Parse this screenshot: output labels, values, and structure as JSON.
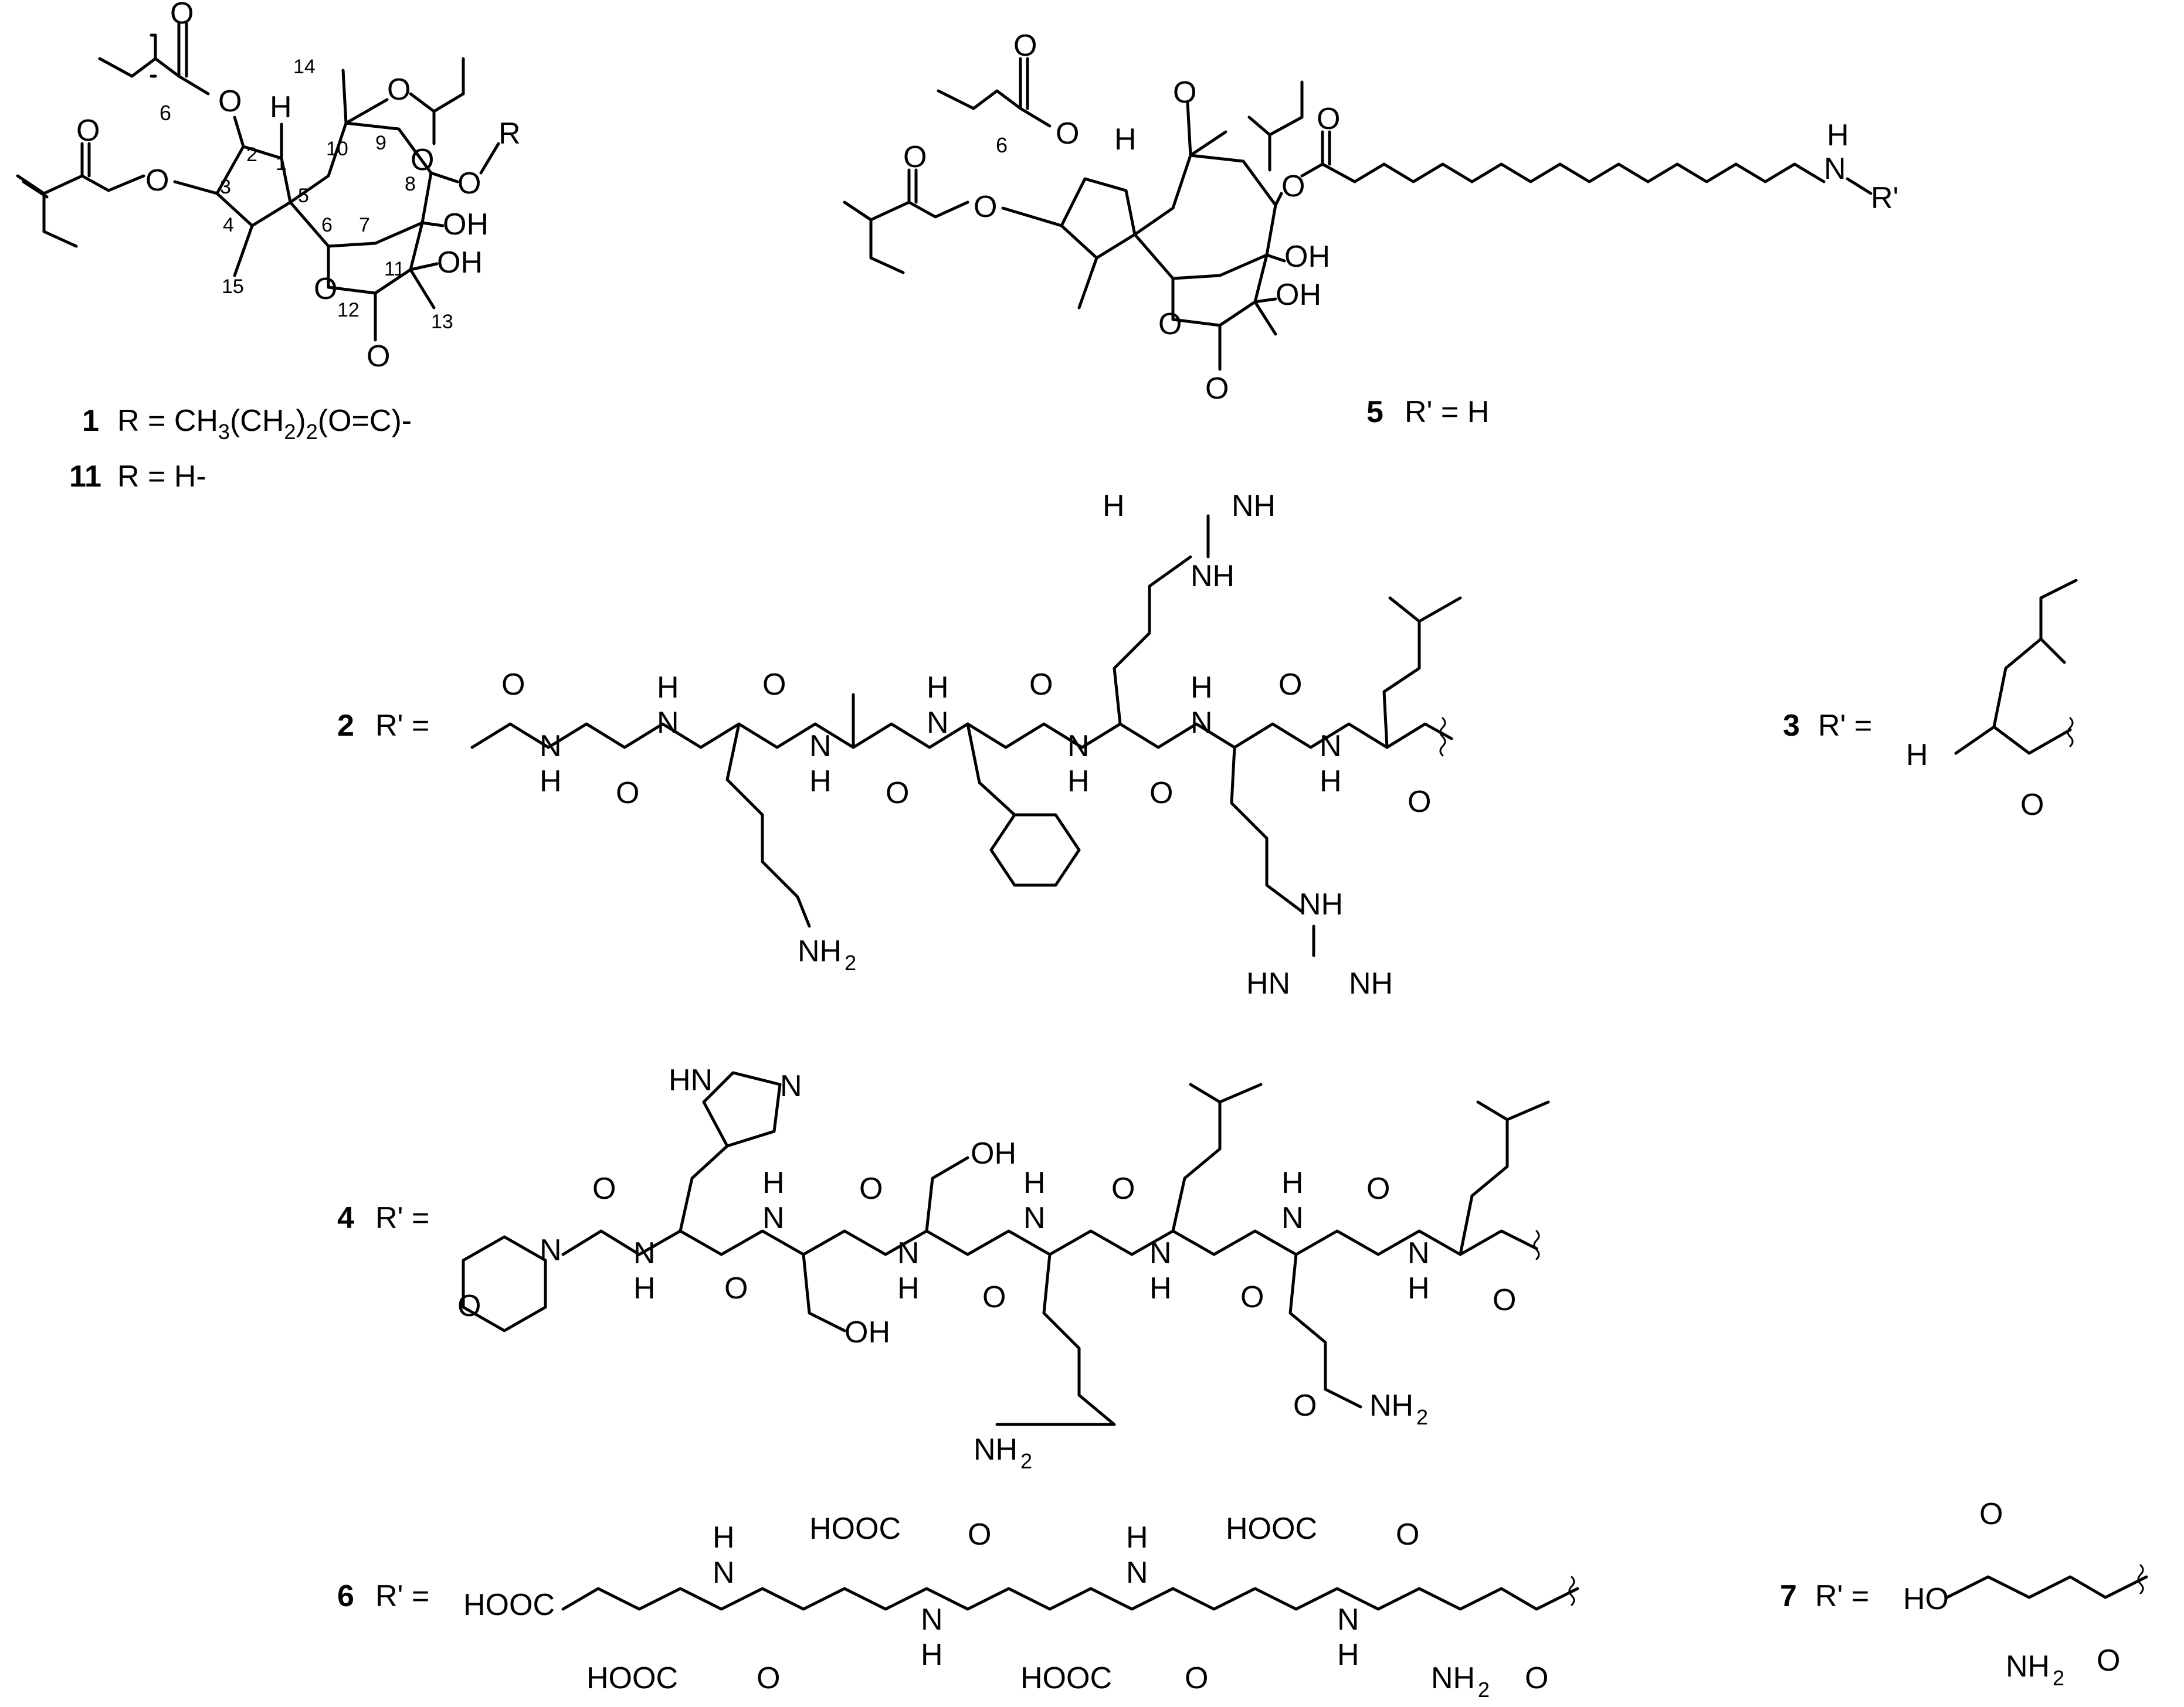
{
  "compound_1": {
    "id": "1",
    "r_label": "R = CH",
    "sub3": "3",
    "mid": "(CH",
    "sub2": "2",
    "tail": ")",
    "sub2b": "2",
    "end": "(O=C)-"
  },
  "compound_11": {
    "id": "11",
    "r_label": "R = H-"
  },
  "compound_5": {
    "id": "5",
    "r_label": "R' = H"
  },
  "compound_2": {
    "id": "2",
    "r_label": "R' ="
  },
  "compound_3": {
    "id": "3",
    "r_label": "R' ="
  },
  "compound_4": {
    "id": "4",
    "r_label": "R' ="
  },
  "compound_6": {
    "id": "6",
    "r_label": "R' ="
  },
  "compound_7": {
    "id": "7",
    "r_label": "R' ="
  },
  "atom_labels": {
    "O": "O",
    "OH": "OH",
    "H": "H",
    "N": "N",
    "NH": "NH",
    "NH2": "NH",
    "H2N": "H",
    "HN": "HN",
    "R": "R",
    "R_prime": "R'",
    "HOOC": "HOOC",
    "HO": "HO",
    "six": "6",
    "two": "2"
  },
  "locants": [
    "1",
    "2",
    "3",
    "4",
    "5",
    "6",
    "7",
    "8",
    "9",
    "10",
    "11",
    "12",
    "13",
    "14",
    "15"
  ],
  "colors": {
    "ink": "#000000",
    "background": "#ffffff"
  }
}
